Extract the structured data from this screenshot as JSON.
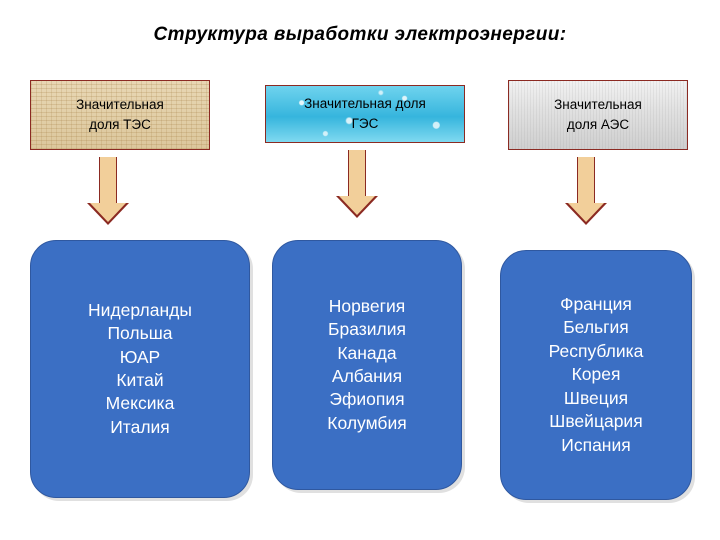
{
  "slide": {
    "title": "Структура выработки электроэнергии:",
    "colors": {
      "box_border": "#8b2a22",
      "arrow_fill": "#f2cf9a",
      "list_fill": "#3b6fc4",
      "list_border": "#2f58a0",
      "title_color": "#000000",
      "list_text": "#ffffff"
    },
    "columns": [
      {
        "header": "Значительная\nдоля ТЭС",
        "header_style": "tan-texture",
        "countries_text": "Нидерланды\nПольша\nЮАР\nКитай\nМексика\nИталия",
        "countries": [
          "Нидерланды",
          "Польша",
          "ЮАР",
          "Китай",
          "Мексика",
          "Италия"
        ]
      },
      {
        "header": "Значительная доля\nГЭС",
        "header_style": "water-texture",
        "countries_text": "Норвегия\nБразилия\nКанада\nАлбания\nЭфиопия\nКолумбия",
        "countries": [
          "Норвегия",
          "Бразилия",
          "Канада",
          "Албания",
          "Эфиопия",
          "Колумбия"
        ]
      },
      {
        "header": "Значительная\nдоля АЭС",
        "header_style": "metal-texture",
        "countries_text": "Франция\nБельгия\nРеспублика\nКорея\nШвеция\nШвейцария\nИспания",
        "countries": [
          "Франция",
          "Бельгия",
          "Республика",
          "Корея",
          "Швеция",
          "Швейцария",
          "Испания"
        ]
      }
    ]
  }
}
